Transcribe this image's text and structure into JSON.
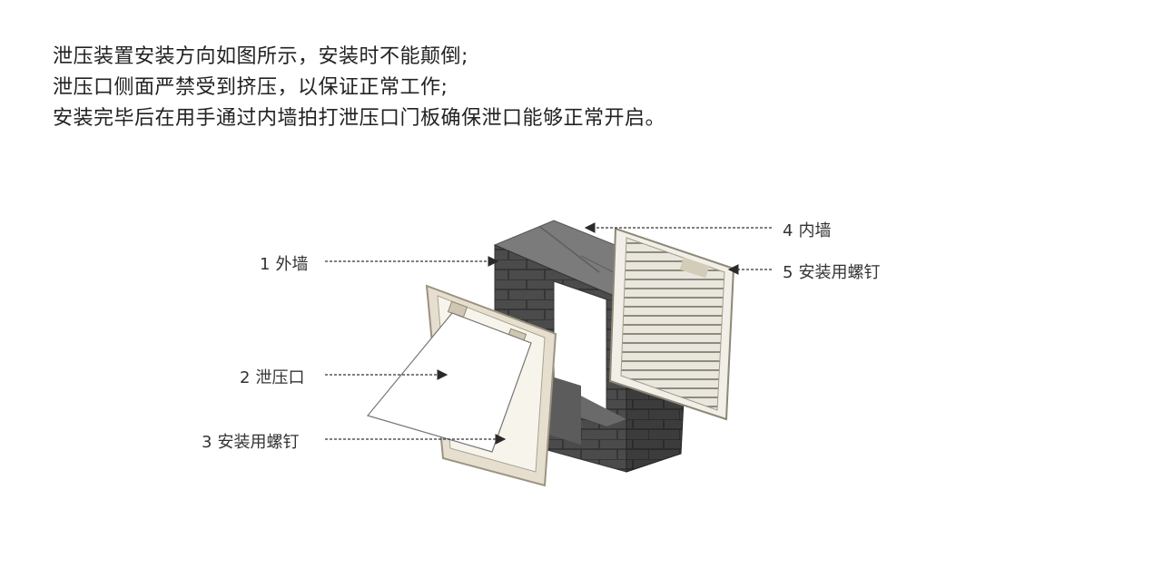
{
  "instructions": [
    "泄压装置安装方向如图所示，安装时不能颠倒;",
    "泄压口侧面严禁受到挤压，以保证正常工作;",
    "安装完毕后在用手通过内墙拍打泄压口门板确保泄口能够正常开启。"
  ],
  "callouts": [
    {
      "num": "1",
      "label": "外墙"
    },
    {
      "num": "2",
      "label": "泄压口"
    },
    {
      "num": "3",
      "label": "安装用螺钉"
    },
    {
      "num": "4",
      "label": "内墙"
    },
    {
      "num": "5",
      "label": "安装用螺钉"
    }
  ],
  "colors": {
    "text": "#222222",
    "brick_front": "#4a4a4a",
    "brick_top": "#7a7a7a",
    "frame": "#d8d2c0",
    "leader": "#333333"
  }
}
